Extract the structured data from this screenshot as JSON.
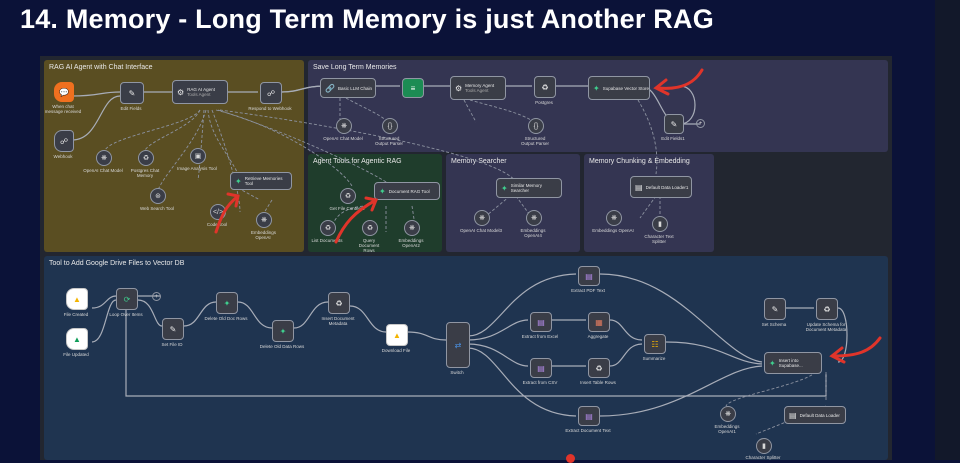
{
  "title": "14. Memory - Long Term Memory is just Another RAG",
  "sections": {
    "rag_agent": "RAG AI Agent with Chat Interface",
    "save_ltm": "Save Long Term Memories",
    "agent_tools": "Agent Tools for Agentic RAG",
    "memory_searcher": "Memory Searcher",
    "chunking": "Memory Chunking & Embedding",
    "gdrive": "Tool to Add Google Drive Files to Vector DB"
  },
  "nodes": {
    "chat_trigger": "When chat message received",
    "edit_fields": "Edit Fields",
    "rag_agent": "RAG AI Agent",
    "rag_agent_sub": "Tools Agent",
    "respond_webhook": "Respond to Webhook",
    "webhook": "Webhook",
    "openai_chat": "OpenAI Chat Model",
    "postgres_memory": "Postgres Chat Memory",
    "image_tool": "Image Analysis Tool",
    "retrieve_memories": "Retrieve Memories Tool",
    "web_search": "Web Search Tool",
    "code_tool": "Code Tool",
    "embeddings_openai": "Embeddings OpenAI",
    "basic_llm_chain": "Basic LLM Chain",
    "memory_agent": "Memory Agent",
    "memory_agent_sub": "Tools Agent",
    "supabase_store": "Supabase Vector Store",
    "openai_chat2": "OpenAI Chat Model",
    "structured_parser": "Structured Output Parser",
    "postgres": "Postgres",
    "structured_parser2": "Structured Output Parser",
    "edit_fields1": "Edit Fields1",
    "get_file_contents": "Get File Contents",
    "document_rag_tool": "Document RAG Tool",
    "list_documents": "List Documents",
    "query_doc_rows": "Query Document Rows",
    "embeddings_openai2": "Embeddings OpenAI2",
    "similar_memory": "Similar Memory Searcher",
    "openai_chat3": "OpenAI Chat Model3",
    "embeddings_openai4": "Embeddings OpenAI4",
    "default_loader": "Default Data Loader1",
    "embeddings_openai5": "Embeddings OpenAI",
    "char_splitter": "Character Text Splitter",
    "file_created": "File Created",
    "file_updated": "File Updated",
    "loop_items": "Loop Over Items",
    "set_file_id": "Set File ID",
    "delete_doc_rows": "Delete Old Doc Rows",
    "delete_data_rows": "Delete Old Data Rows",
    "insert_metadata": "Insert Document Metadata",
    "download_file": "Download File",
    "switch": "Switch",
    "extract_pdf": "Extract PDF Text",
    "extract_excel": "Extract from Excel",
    "extract_csv": "Extract from CSV",
    "aggregate": "Aggregate",
    "insert_table_rows": "Insert Table Rows",
    "summarize": "Summarize",
    "extract_doc_text": "Extract Document Text",
    "set_schema": "Set Schema",
    "update_schema": "Update Schema for Document Metadata",
    "insert_supabase": "Insert into Supabase...",
    "embeddings_openai1": "Embeddings OpenAI1",
    "default_data_loader": "Default Data Loader",
    "char_splitter2": "Character Splitter"
  },
  "colors": {
    "background": "#0b1238",
    "canvas": "#222630",
    "section_yellow": "#5a4e22",
    "section_purple": "#343552",
    "section_green": "#1f3d2c",
    "section_blue": "#1f3450",
    "arrow": "#e0342a"
  }
}
